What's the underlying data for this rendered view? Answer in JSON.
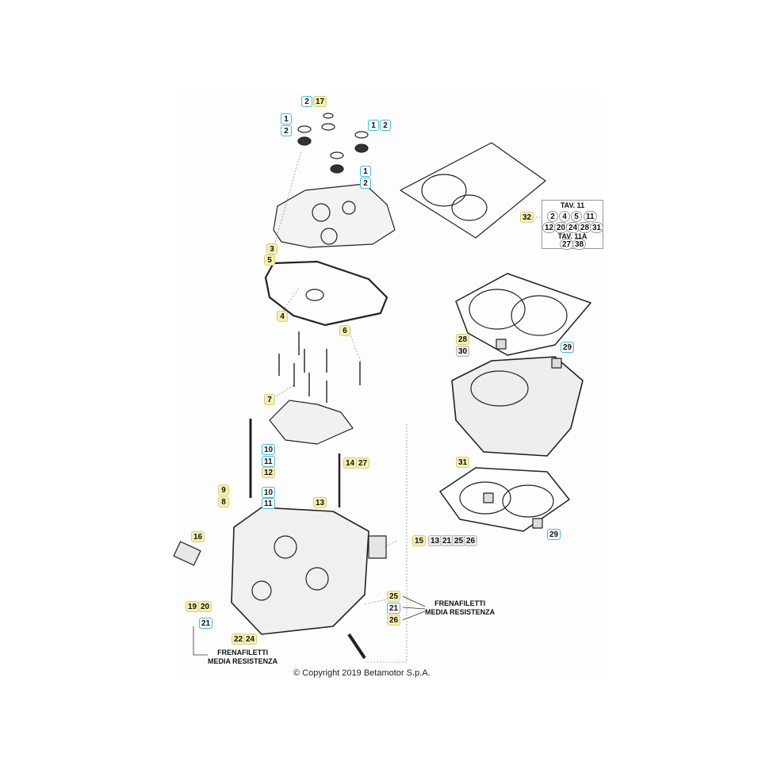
{
  "copyright": "© Copyright 2019 Betamotor S.p.A.",
  "notes": {
    "right": [
      "FRENAFILETTI",
      "MEDIA RESISTENZA"
    ],
    "bottom": [
      "FRENAFILETTI",
      "MEDIA RESISTENZA"
    ]
  },
  "tav": {
    "title_1": "TAV. 11",
    "row_1": [
      "2",
      "4",
      "5",
      "11"
    ],
    "row_2": [
      "12",
      "20",
      "24",
      "28",
      "31"
    ],
    "title_2": "TAV. 11A",
    "row_3": [
      "27",
      "38"
    ]
  },
  "callouts": {
    "c2a": "2",
    "c17": "17",
    "c1a": "1",
    "c2b": "2",
    "c1b": "1",
    "c2c": "2",
    "c1c": "1",
    "c2d": "2",
    "c3": "3",
    "c5": "5",
    "c4": "4",
    "c6": "6",
    "c7": "7",
    "c32": "32",
    "c28": "28",
    "c30": "30",
    "c29a": "29",
    "c29b": "29",
    "c31": "31",
    "c10a": "10",
    "c11a": "11",
    "c12": "12",
    "c10b": "10",
    "c11b": "11",
    "c9": "9",
    "c8": "8",
    "c13": "13",
    "c14": "14",
    "c27": "27",
    "c15": "15",
    "c15s": [
      "13",
      "21",
      "25",
      "26"
    ],
    "c16": "16",
    "c19": "19",
    "c20": "20",
    "c21a": "21",
    "c22": "22",
    "c24": "24",
    "c25": "25",
    "c21b": "21",
    "c26": "26"
  }
}
